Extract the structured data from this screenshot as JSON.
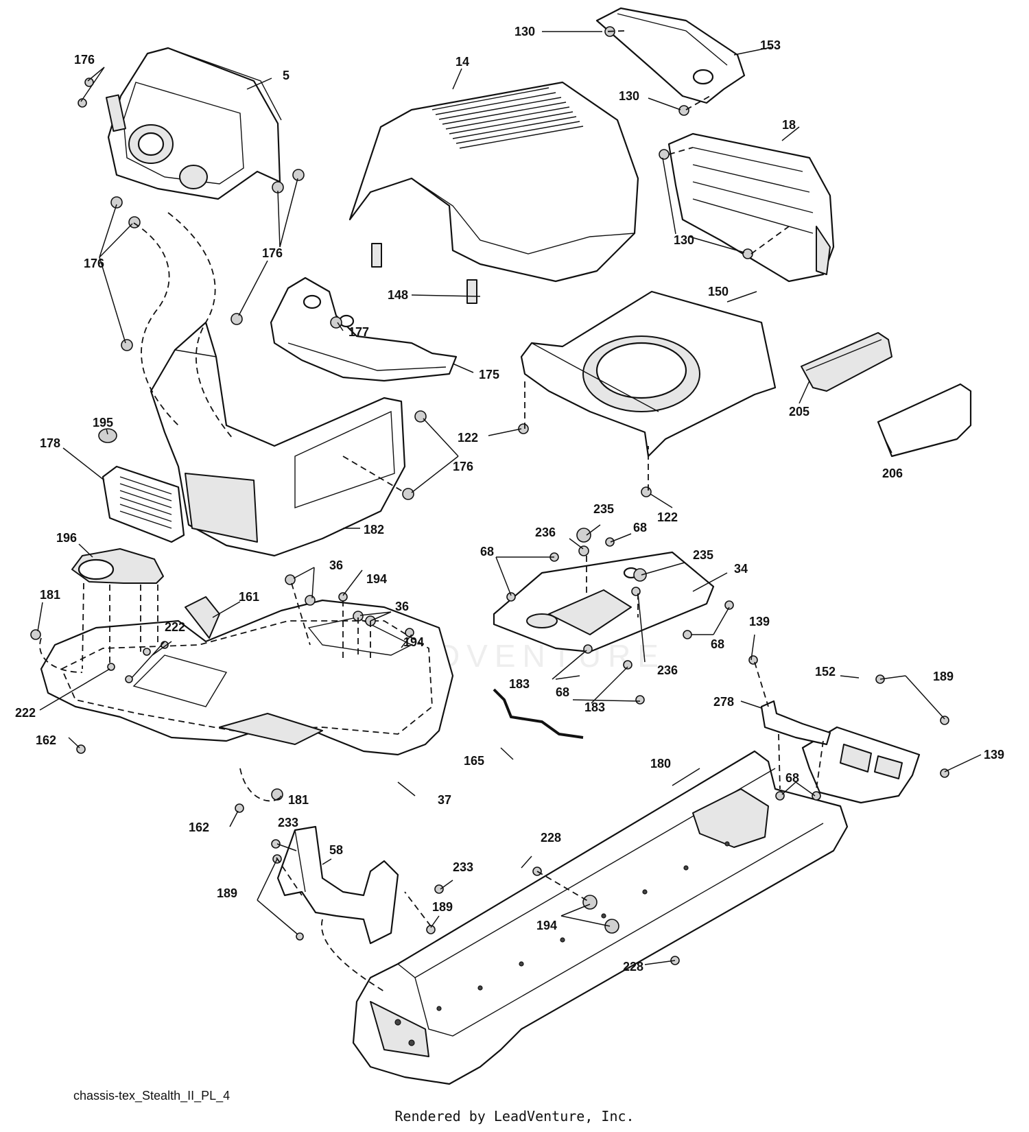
{
  "diagram": {
    "name": "chassis-tex_Stealth_II_PL_4",
    "credit": "Rendered by LeadVenture, Inc.",
    "watermark": "LEADVENTURE",
    "callouts": {
      "c5": "5",
      "c14": "14",
      "c18": "18",
      "c34": "34",
      "c36a": "36",
      "c36b": "36",
      "c37": "37",
      "c58": "58",
      "c68a": "68",
      "c68b": "68",
      "c68c": "68",
      "c68d": "68",
      "c68e": "68",
      "c122a": "122",
      "c122b": "122",
      "c130a": "130",
      "c130b": "130",
      "c130c": "130",
      "c139a": "139",
      "c139b": "139",
      "c148": "148",
      "c150": "150",
      "c152": "152",
      "c153": "153",
      "c161": "161",
      "c162a": "162",
      "c162b": "162",
      "c165": "165",
      "c175": "175",
      "c176a": "176",
      "c176b": "176",
      "c176c": "176",
      "c176d": "176",
      "c177": "177",
      "c178": "178",
      "c180": "180",
      "c181a": "181",
      "c181b": "181",
      "c182": "182",
      "c183a": "183",
      "c183b": "183",
      "c189a": "189",
      "c189b": "189",
      "c189c": "189",
      "c194a": "194",
      "c194b": "194",
      "c194c": "194",
      "c195": "195",
      "c196": "196",
      "c205": "205",
      "c206": "206",
      "c222a": "222",
      "c222b": "222",
      "c228a": "228",
      "c228b": "228",
      "c233a": "233",
      "c233b": "233",
      "c235a": "235",
      "c235b": "235",
      "c236a": "236",
      "c236b": "236",
      "c278": "278"
    }
  }
}
